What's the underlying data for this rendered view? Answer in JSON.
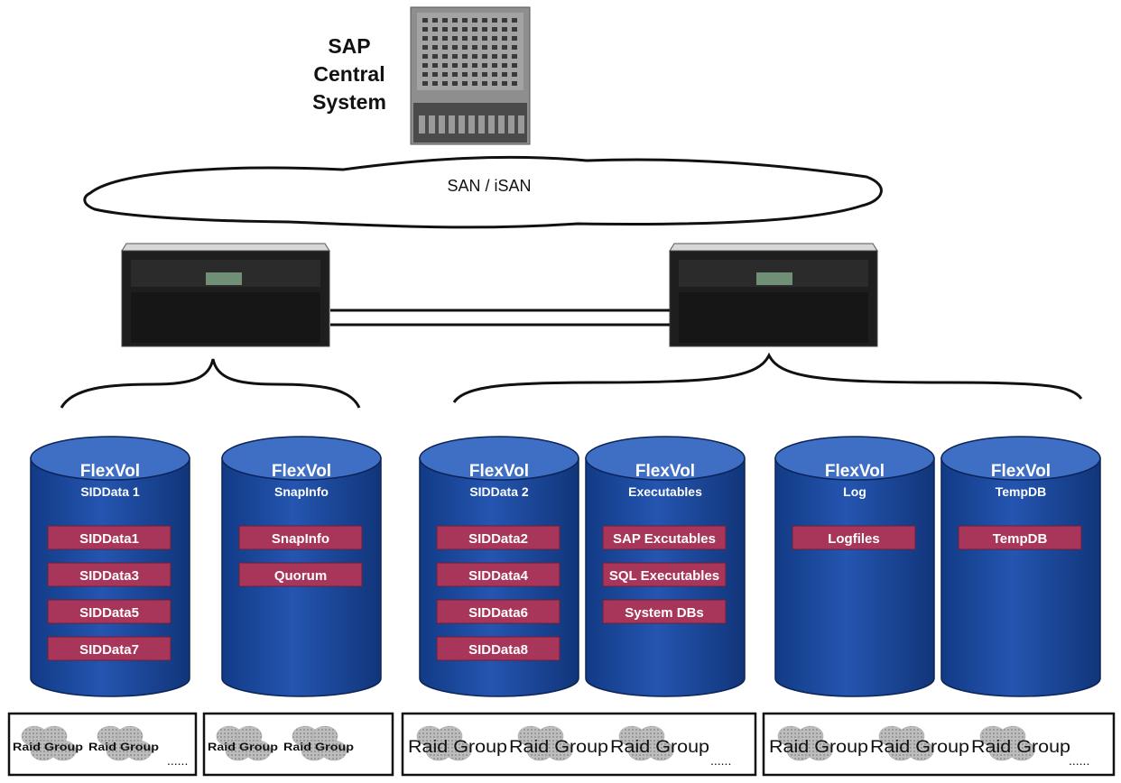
{
  "central_system": {
    "lines": [
      "SAP",
      "Central",
      "System"
    ]
  },
  "network": {
    "label": "SAN / iSAN"
  },
  "volumes": [
    {
      "title": "FlexVol",
      "subtitle": "SIDData 1",
      "items": [
        "SIDData1",
        "SIDData3",
        "SIDData5",
        "SIDData7"
      ]
    },
    {
      "title": "FlexVol",
      "subtitle": "SnapInfo",
      "items": [
        "SnapInfo",
        "Quorum"
      ]
    },
    {
      "title": "FlexVol",
      "subtitle": "SIDData 2",
      "items": [
        "SIDData2",
        "SIDData4",
        "SIDData6",
        "SIDData8"
      ]
    },
    {
      "title": "FlexVol",
      "subtitle": "Executables",
      "items": [
        "SAP Excutables",
        "SQL Executables",
        "System DBs"
      ]
    },
    {
      "title": "FlexVol",
      "subtitle": "Log",
      "items": [
        "Logfiles"
      ]
    },
    {
      "title": "FlexVol",
      "subtitle": "TempDB",
      "items": [
        "TempDB"
      ]
    }
  ],
  "raid_boxes": [
    {
      "groups": [
        "Raid Group",
        "Raid Group"
      ],
      "ellipsis": "......"
    },
    {
      "groups": [
        "Raid Group",
        "Raid Group"
      ],
      "ellipsis": ""
    },
    {
      "groups": [
        "Raid Group",
        "Raid Group",
        "Raid Group"
      ],
      "ellipsis": "......"
    },
    {
      "groups": [
        "Raid Group",
        "Raid Group",
        "Raid Group"
      ],
      "ellipsis": "......"
    }
  ],
  "colors": {
    "cylinder_body": "#1a4a9a",
    "cylinder_top": "#3f6fc4",
    "item_box": "#a8365a",
    "text_on_dark": "#ffffff"
  }
}
